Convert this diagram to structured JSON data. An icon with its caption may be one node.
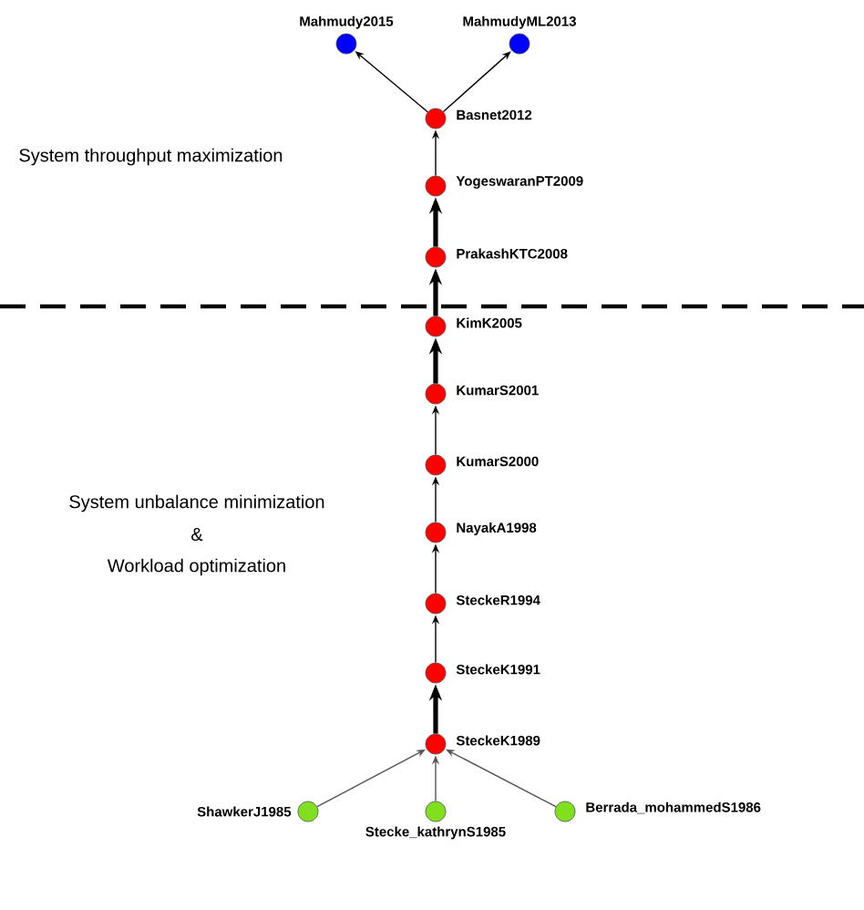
{
  "diagram": {
    "nodes": [
      {
        "text": [],
        "shape": "circle",
        "beside": [
          "Mahmudy2015"
        ]
      },
      {
        "text": [],
        "shape": "circle",
        "beside": [
          "MahmudyML2013"
        ]
      },
      {
        "text": [],
        "shape": "circle",
        "beside": [
          "Basnet2012"
        ]
      },
      {
        "text": [],
        "shape": "circle",
        "beside": [
          "YogeswaranPT2009"
        ]
      },
      {
        "text": [],
        "shape": "circle",
        "beside": [
          "PrakashKTC2008"
        ]
      },
      {
        "text": [],
        "shape": "circle",
        "beside": [
          "KimK2005"
        ]
      },
      {
        "text": [],
        "shape": "circle",
        "beside": [
          "KumarS2001"
        ]
      },
      {
        "text": [],
        "shape": "circle",
        "beside": [
          "KumarS2000"
        ]
      },
      {
        "text": [],
        "shape": "circle",
        "beside": [
          "NayakA1998"
        ]
      },
      {
        "text": [],
        "shape": "circle",
        "beside": [
          "SteckeR1994"
        ]
      },
      {
        "text": [],
        "shape": "circle",
        "beside": [
          "SteckeK1991"
        ]
      },
      {
        "text": [],
        "shape": "circle",
        "beside": [
          "SteckeK1989"
        ]
      },
      {
        "text": [],
        "shape": "circle",
        "beside": [
          "ShawkerJ1985"
        ]
      },
      {
        "text": [],
        "shape": "circle",
        "beside": [
          "Stecke_kathrynS1985"
        ]
      },
      {
        "text": [],
        "shape": "circle",
        "beside": [
          "Berrada_mohammedS1986"
        ]
      }
    ],
    "edges": [
      {
        "from": 2,
        "to": 0,
        "arrow": "to"
      },
      {
        "from": 2,
        "to": 1,
        "arrow": "to"
      },
      {
        "from": 3,
        "to": 2,
        "arrow": "to"
      },
      {
        "from": 4,
        "to": 3,
        "arrow": "to",
        "style": "thick"
      },
      {
        "from": 5,
        "to": 4,
        "arrow": "to",
        "style": "thick"
      },
      {
        "from": 6,
        "to": 5,
        "arrow": "to",
        "style": "thick"
      },
      {
        "from": 7,
        "to": 6,
        "arrow": "to"
      },
      {
        "from": 8,
        "to": 7,
        "arrow": "to"
      },
      {
        "from": 9,
        "to": 8,
        "arrow": "to"
      },
      {
        "from": 10,
        "to": 9,
        "arrow": "to"
      },
      {
        "from": 11,
        "to": 10,
        "arrow": "to",
        "style": "thick"
      },
      {
        "from": 12,
        "to": 11,
        "arrow": "to",
        "color": "#555555"
      },
      {
        "from": 13,
        "to": 11,
        "arrow": "to",
        "color": "#555555"
      },
      {
        "from": 14,
        "to": 11,
        "arrow": "to",
        "color": "#555555"
      }
    ],
    "labels": [
      "System throughput maximization",
      "System unbalance minimization",
      "&",
      "Workload optimization"
    ]
  }
}
